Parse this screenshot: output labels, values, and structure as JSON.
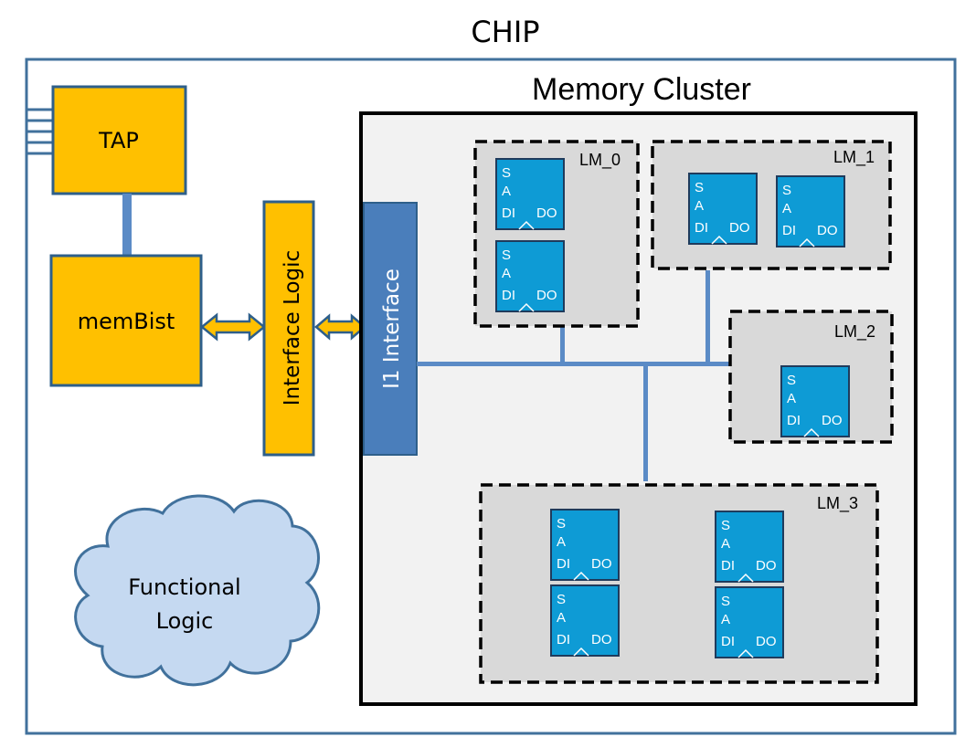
{
  "chip": {
    "title": "CHIP"
  },
  "tap": {
    "label": "TAP"
  },
  "membist": {
    "label": "memBist"
  },
  "interface_logic": {
    "label": "Interface Logic"
  },
  "i1_interface": {
    "label": "I1 Interface"
  },
  "functional_logic": {
    "line1": "Functional",
    "line2": "Logic"
  },
  "memory_cluster": {
    "title": "Memory Cluster",
    "modules": [
      {
        "label": "LM_0",
        "memory_count": 2
      },
      {
        "label": "LM_1",
        "memory_count": 2
      },
      {
        "label": "LM_2",
        "memory_count": 1
      },
      {
        "label": "LM_3",
        "memory_count": 4
      }
    ]
  },
  "memory_block": {
    "s": "S",
    "a": "A",
    "di": "DI",
    "do": "DO"
  },
  "colors": {
    "chip_border": "#41719c",
    "orange": "#ffc000",
    "orange_border": "#2e5f8a",
    "bus": "#5b8bc6",
    "interface_blue": "#4a7ebb",
    "memory_blue": "#0e9bd5",
    "cloud_fill": "#c5d9f1",
    "module_fill": "#d9d9d9",
    "cluster_fill": "#f2f2f2"
  }
}
